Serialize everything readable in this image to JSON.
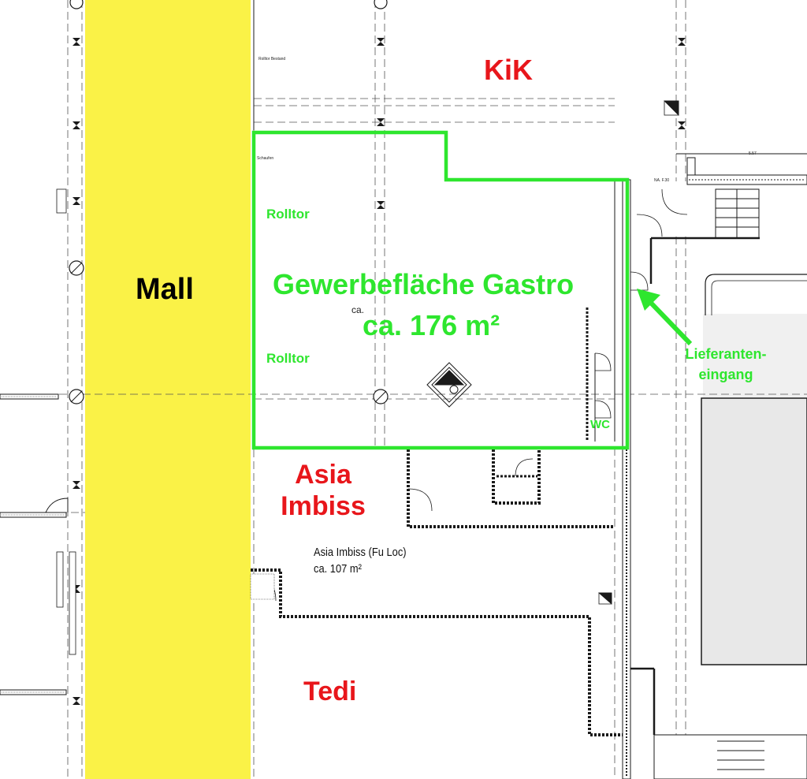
{
  "labels": {
    "kik": "KiK",
    "mall": "Mall",
    "gastro_title": "Gewerbefläche Gastro",
    "gastro_area": "ca. 176 m²",
    "rolltor_1": "Rolltor",
    "rolltor_2": "Rolltor",
    "lieferanten_line1": "Lieferanten-",
    "lieferanten_line2": "eingang",
    "wc": "WC",
    "ca_small": "ca.",
    "asia_line1": "Asia",
    "asia_line2": "Imbiss",
    "asia_plan_title": "Asia Imbiss (Fu Loc)",
    "asia_plan_area": "ca. 107 m²",
    "tedi": "Tedi",
    "rolltor_bestand": "Rolltor Bestand",
    "schaufen": "Schaufen",
    "dim_557": "5.57",
    "dim_na": "NA. F.30"
  },
  "colors": {
    "mall_fill": "#faf247",
    "gastro_outline": "#2ee62e",
    "kik_text": "#e8161b",
    "arrow": "#2ee62e",
    "plan_lines": "#1a1a1a",
    "grey_fill": "#e8e8e8"
  }
}
